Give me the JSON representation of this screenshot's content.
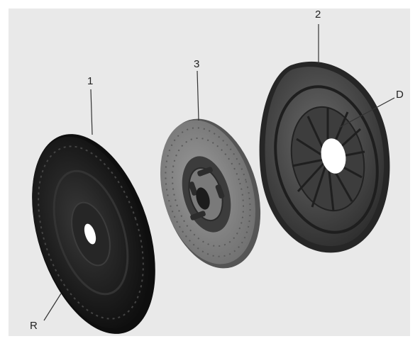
{
  "callouts": {
    "part_1": "1",
    "part_2": "2",
    "part_3": "3",
    "label_r": "R",
    "label_d": "D"
  },
  "colors": {
    "background": "#e9e9e9",
    "flywheel": "#1c1c1c",
    "clutch_disc": "#8a8a8a",
    "pressure_plate": "#4a4a4a",
    "leader_lines": "#333333"
  }
}
